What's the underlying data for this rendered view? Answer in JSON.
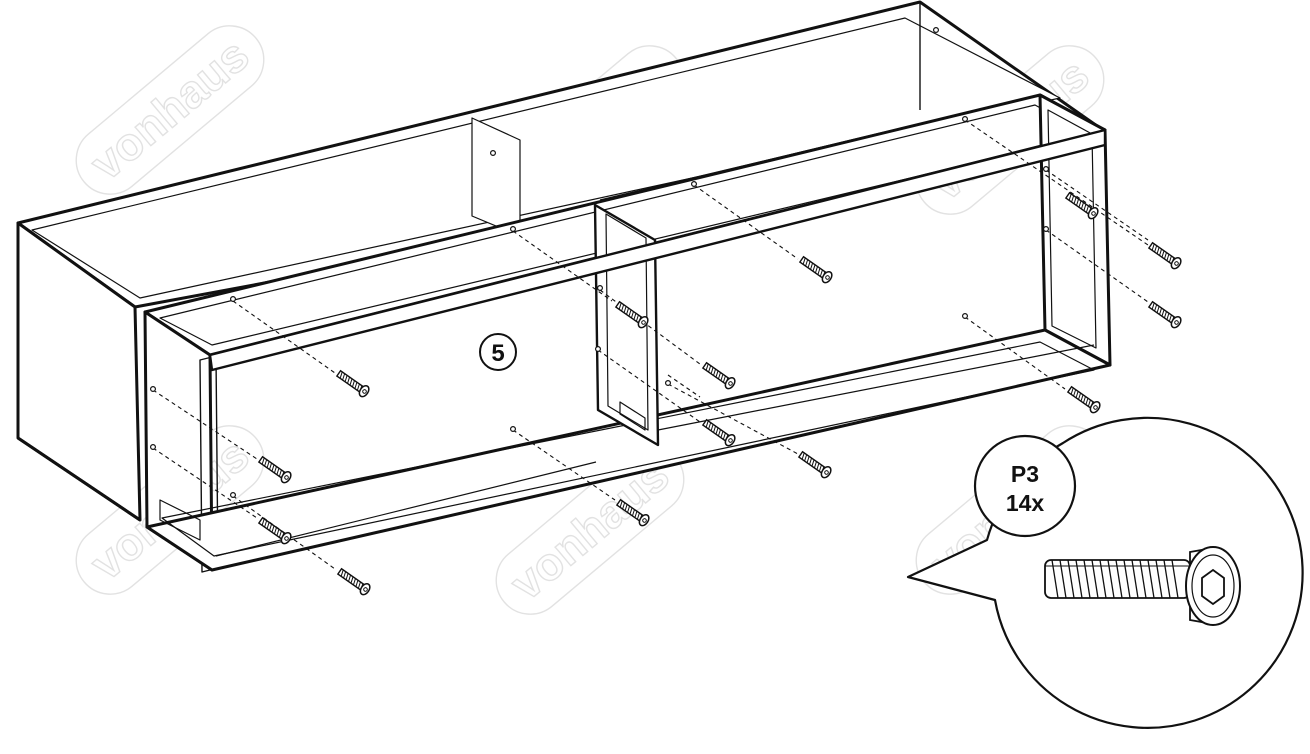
{
  "watermark": {
    "text": "vonhaus",
    "color": "#e2e2e2"
  },
  "step": {
    "number": "5"
  },
  "part": {
    "code": "P3",
    "quantity": "14x",
    "icon": "allen-bolt-icon"
  },
  "colors": {
    "line": "#111111",
    "background": "#ffffff"
  }
}
